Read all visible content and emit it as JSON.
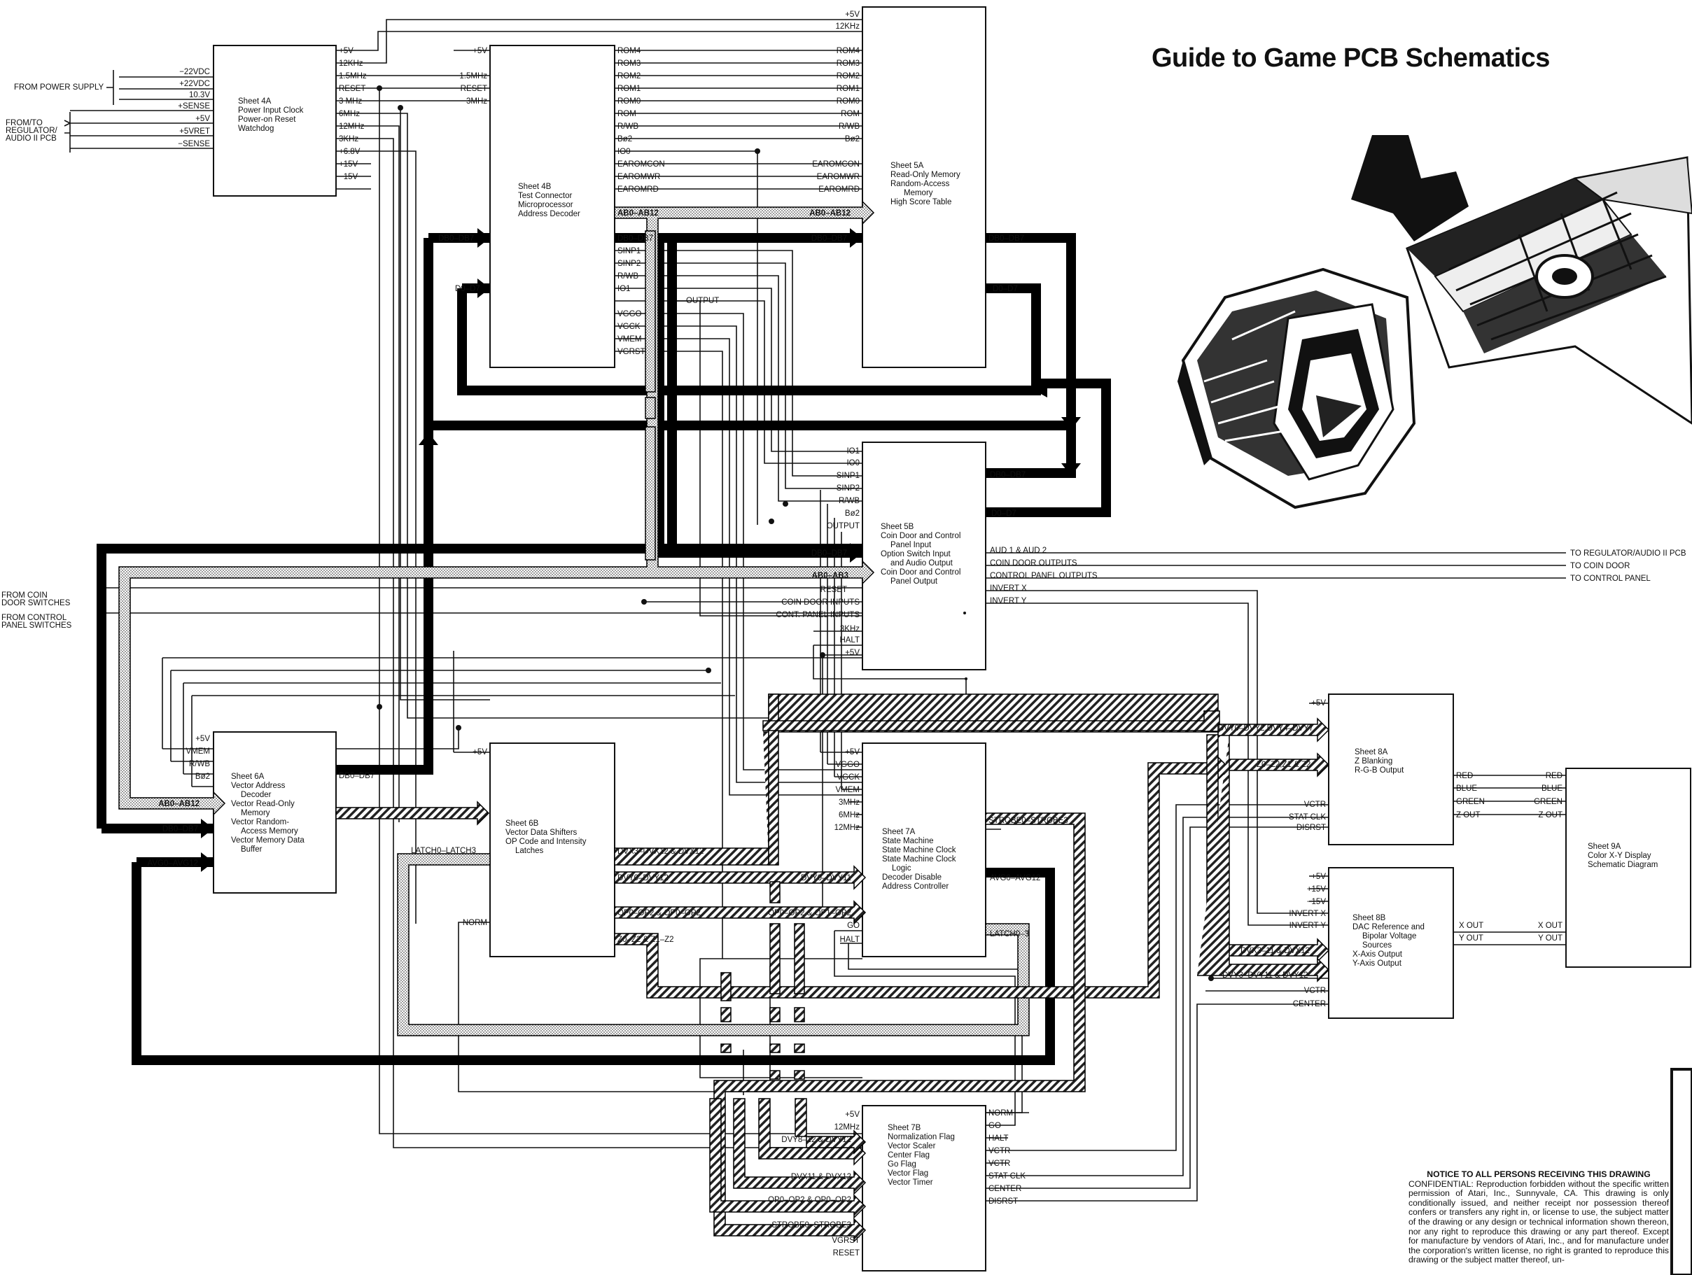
{
  "page": {
    "title": "Guide to Game PCB Schematics",
    "notice": {
      "heading": "NOTICE TO ALL PERSONS RECEIVING THIS DRAWING",
      "body": "CONFIDENTIAL: Reproduction forbidden without the specific written permission of Atari, Inc., Sunnyvale, CA. This drawing is only conditionally issued, and neither receipt nor possession thereof confers or transfers any right in, or license to use, the subject matter of the drawing or any design or technical information shown thereon, nor any right to reproduce this drawing or any part thereof. Except for manufacture by vendors of Atari, Inc., and for manufacture under the corporation's written license, no right is granted to reproduce this drawing or the subject matter thereof, un-"
    }
  },
  "sheets": [
    {
      "id": "4A",
      "lines": [
        "Sheet 4A",
        "Power Input Clock",
        "Power-on Reset",
        "Watchdog"
      ]
    },
    {
      "id": "4B",
      "lines": [
        "Sheet 4B",
        "Test Connector",
        "Microprocessor",
        "Address Decoder"
      ]
    },
    {
      "id": "5A",
      "lines": [
        "Sheet 5A",
        "Read-Only Memory",
        "Random-Access",
        "Memory",
        "High Score Table"
      ]
    },
    {
      "id": "5B",
      "lines": [
        "Sheet 5B",
        "Coin Door and Control",
        "Panel Input",
        "Option Switch Input",
        "and Audio Output",
        "Coin Door and Control",
        "Panel Output"
      ]
    },
    {
      "id": "6A",
      "lines": [
        "Sheet 6A",
        "Vector Address",
        "Decoder",
        "Vector Read-Only",
        "Memory",
        "Vector Random-",
        "Access Memory",
        "Vector Memory Data",
        "Buffer"
      ]
    },
    {
      "id": "6B",
      "lines": [
        "Sheet 6B",
        "Vector Data Shifters",
        "OP Code and Intensity",
        "Latches"
      ]
    },
    {
      "id": "7A",
      "lines": [
        "Sheet 7A",
        "State Machine",
        "State Machine Clock",
        "State Machine Clock",
        "Logic",
        "Decoder Disable",
        "Address Controller"
      ]
    },
    {
      "id": "7B",
      "lines": [
        "Sheet 7B",
        "Normalization Flag",
        "Vector Scaler",
        "Center Flag",
        "Go Flag",
        "Vector Flag",
        "Vector Timer"
      ]
    },
    {
      "id": "8A",
      "lines": [
        "Sheet 8A",
        "Z Blanking",
        "R-G-B Output"
      ]
    },
    {
      "id": "8B",
      "lines": [
        "Sheet 8B",
        "DAC Reference and",
        "Bipolar Voltage",
        "Sources",
        "X-Axis Output",
        "Y-Axis Output"
      ]
    },
    {
      "id": "9A",
      "lines": [
        "Sheet 9A",
        "Color X-Y Display",
        "Schematic Diagram"
      ]
    }
  ],
  "pins": {
    "4A_right": [
      "+5V",
      "12KHz",
      "1.5MHz",
      "RESET",
      "3 MHz",
      "6MHz",
      "12MHz",
      "3KHz",
      "+6.8V",
      "+15V",
      "−15V"
    ],
    "4A_left": [
      "−22VDC",
      "+22VDC",
      "10.3V",
      "+SENSE",
      "+5V",
      "+5VRET",
      "−SENSE"
    ],
    "4B_left_in": [
      "+5V",
      "1.5MHz",
      "RESET",
      "3MHz"
    ],
    "4B_right": [
      "ROM4",
      "ROM3",
      "ROM2",
      "ROM1",
      "ROM0",
      "ROM",
      "R/WB",
      "Bø2",
      "IO0",
      "EAROMCON",
      "EAROMWR",
      "EAROMRD",
      "AB0–AB12",
      "DB0–DB7",
      "SINP1",
      "SINP2",
      "R/WB",
      "IO1",
      "OUTPUT",
      "VGGO",
      "VGCK",
      "VMEM",
      "VGRST"
    ],
    "4B_left_bus": [
      "DB0–DB7",
      "D0–D7"
    ],
    "5A_left": [
      "+5V",
      "12KHz",
      "ROM4",
      "ROM3",
      "ROM2",
      "ROM1",
      "ROM0",
      "ROM",
      "R/WB",
      "Bø2",
      "EAROMCON",
      "EAROMWR",
      "EAROMRD",
      "AB0–AB12",
      "DB0–DB7"
    ],
    "5A_right": [
      "DB0–DB7",
      "D0–D7"
    ],
    "5B_left": [
      "IO1",
      "IO0",
      "SINP1",
      "SINP2",
      "R/WB",
      "Bø2",
      "OUTPUT",
      "DB0–DB7",
      "AB0–AB3",
      "RESET",
      "COIN DOOR INPUTS",
      "CONT. PANEL INPUTS",
      "3KHz",
      "HALT",
      "+5V"
    ],
    "5B_right": [
      "DB0–DB7",
      "D0–D7",
      "AUD 1 & AUD 2",
      "COIN DOOR OUTPUTS",
      "CONTROL PANEL OUTPUTS",
      "INVERT X",
      "INVERT Y"
    ],
    "6A_left": [
      "+5V",
      "VMEM",
      "R/WB",
      "Bø2",
      "AB0–AB12",
      "DB0–DB7",
      "AVG0–AVG12"
    ],
    "6A_right": [
      "DB0–DB7"
    ],
    "6B_left": [
      "+5V",
      "LATCH0–LATCH3",
      "NORM"
    ],
    "6B_right": [
      "DVX3–DVX12 & DVX12",
      "DVY0–DVY12",
      "OP0–OP2 & OP0–OP2",
      "Z0–Z2 & Z1–Z2"
    ],
    "7A_left": [
      "+5V",
      "VGGO",
      "VGCK",
      "VMEM",
      "3MHz",
      "6MHz",
      "12MHz",
      "DVY0–DVY11",
      "OP0–OP2 & OP1–OP2",
      "GO",
      "HALT"
    ],
    "7A_right": [
      "STROBE0–STROBE3",
      "AVG0–AVG12",
      "LATCH0–3"
    ],
    "7B_left": [
      "+5V",
      "12MHz",
      "DVY8–12 & DVY12",
      "DVX11 & DVX12",
      "OP0–OP2 & OP0–OP2",
      "STROBE0–STROBE3",
      "VGRST",
      "RESET"
    ],
    "7B_right": [
      "NORM",
      "GO",
      "HALT",
      "VCTR",
      "VCTR",
      "STAT CLK",
      "CENTER",
      "DISRST"
    ],
    "8A_left": [
      "+5V",
      "DVY0–DVY2,DVY4–DVY7",
      "Z0–Z2,Z1 & Z2",
      "VCTR",
      "STAT CLK",
      "DISRST"
    ],
    "8A_right": [
      "RED",
      "BLUE",
      "GREEN",
      "Z OUT"
    ],
    "8B_left": [
      "+5V",
      "+15V",
      "−15V",
      "INVERT X",
      "INVERT Y",
      "DVX3–11 & DVX12",
      "DVY3–DVY11 & DVY12",
      "VCTR",
      "CENTER"
    ],
    "8B_right": [
      "X OUT",
      "Y OUT"
    ],
    "9A_left": [
      "RED",
      "BLUE",
      "GREEN",
      "Z OUT",
      "X OUT",
      "Y OUT"
    ],
    "misc": [
      "OUTPUT"
    ]
  },
  "external": {
    "from_power_supply": "FROM POWER SUPPLY",
    "from_to_regulator": [
      "FROM/TO",
      "REGULATOR/",
      "AUDIO II PCB"
    ],
    "from_coin_door": [
      "FROM COIN",
      "DOOR SWITCHES"
    ],
    "from_control_panel": [
      "FROM CONTROL",
      "PANEL SWITCHES"
    ],
    "to_regulator": "TO REGULATOR/AUDIO II PCB",
    "to_coin_door": "TO COIN DOOR",
    "to_control_panel": "TO CONTROL PANEL"
  },
  "style": {
    "ink": "#111111",
    "paper": "#ffffff"
  },
  "artwork": {
    "name": "spaceship-illustration"
  }
}
